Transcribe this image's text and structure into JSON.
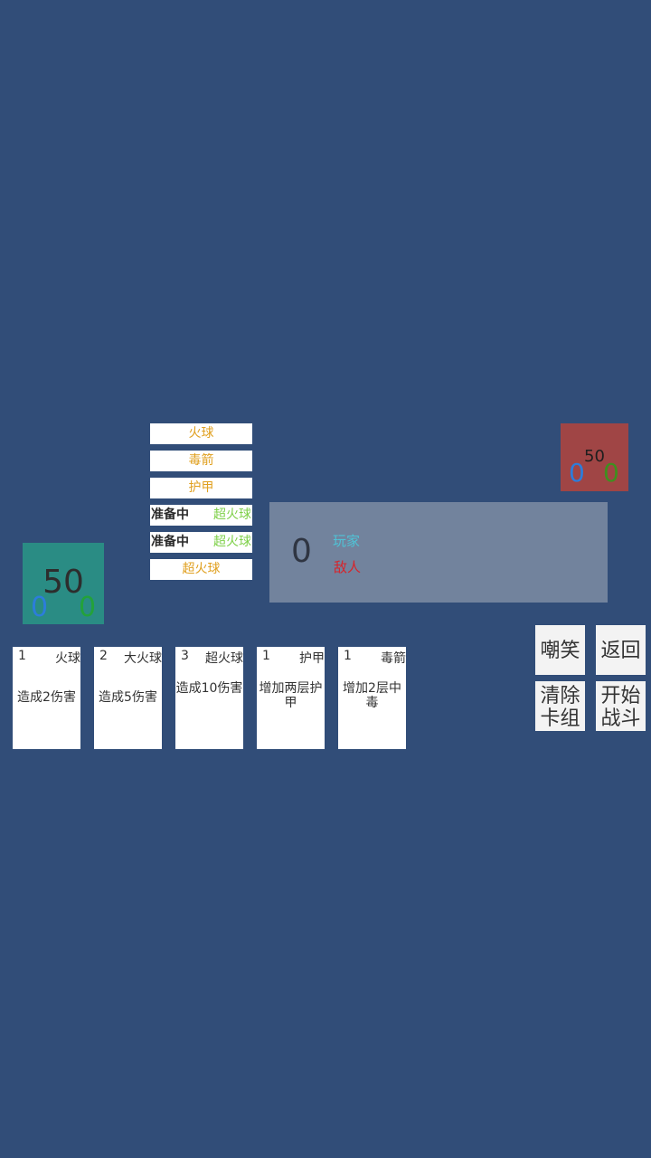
{
  "queue": [
    {
      "label": "火球"
    },
    {
      "label": "毒箭"
    },
    {
      "label": "护甲"
    },
    {
      "status": "准备中",
      "label": "超火球"
    },
    {
      "status": "准备中",
      "label": "超火球"
    },
    {
      "label": "超火球"
    }
  ],
  "player": {
    "hp": "50",
    "stat_left": "0",
    "stat_right": "0"
  },
  "enemy": {
    "hp": "50",
    "stat_left": "0",
    "stat_right": "0"
  },
  "log": {
    "count": "0",
    "player_label": "玩家",
    "enemy_label": "敌人"
  },
  "cards": [
    {
      "cost": "1",
      "name": "火球",
      "desc": "造成2伤害"
    },
    {
      "cost": "2",
      "name": "大火球",
      "desc": "造成5伤害"
    },
    {
      "cost": "3",
      "name": "超火球",
      "desc": "造成10伤害"
    },
    {
      "cost": "1",
      "name": "护甲",
      "desc": "增加两层护甲"
    },
    {
      "cost": "1",
      "name": "毒箭",
      "desc": "增加2层中毒"
    }
  ],
  "buttons": {
    "taunt": "嘲笑",
    "back": "返回",
    "clear_deck": "清除卡组",
    "start_battle": "开始战斗"
  }
}
